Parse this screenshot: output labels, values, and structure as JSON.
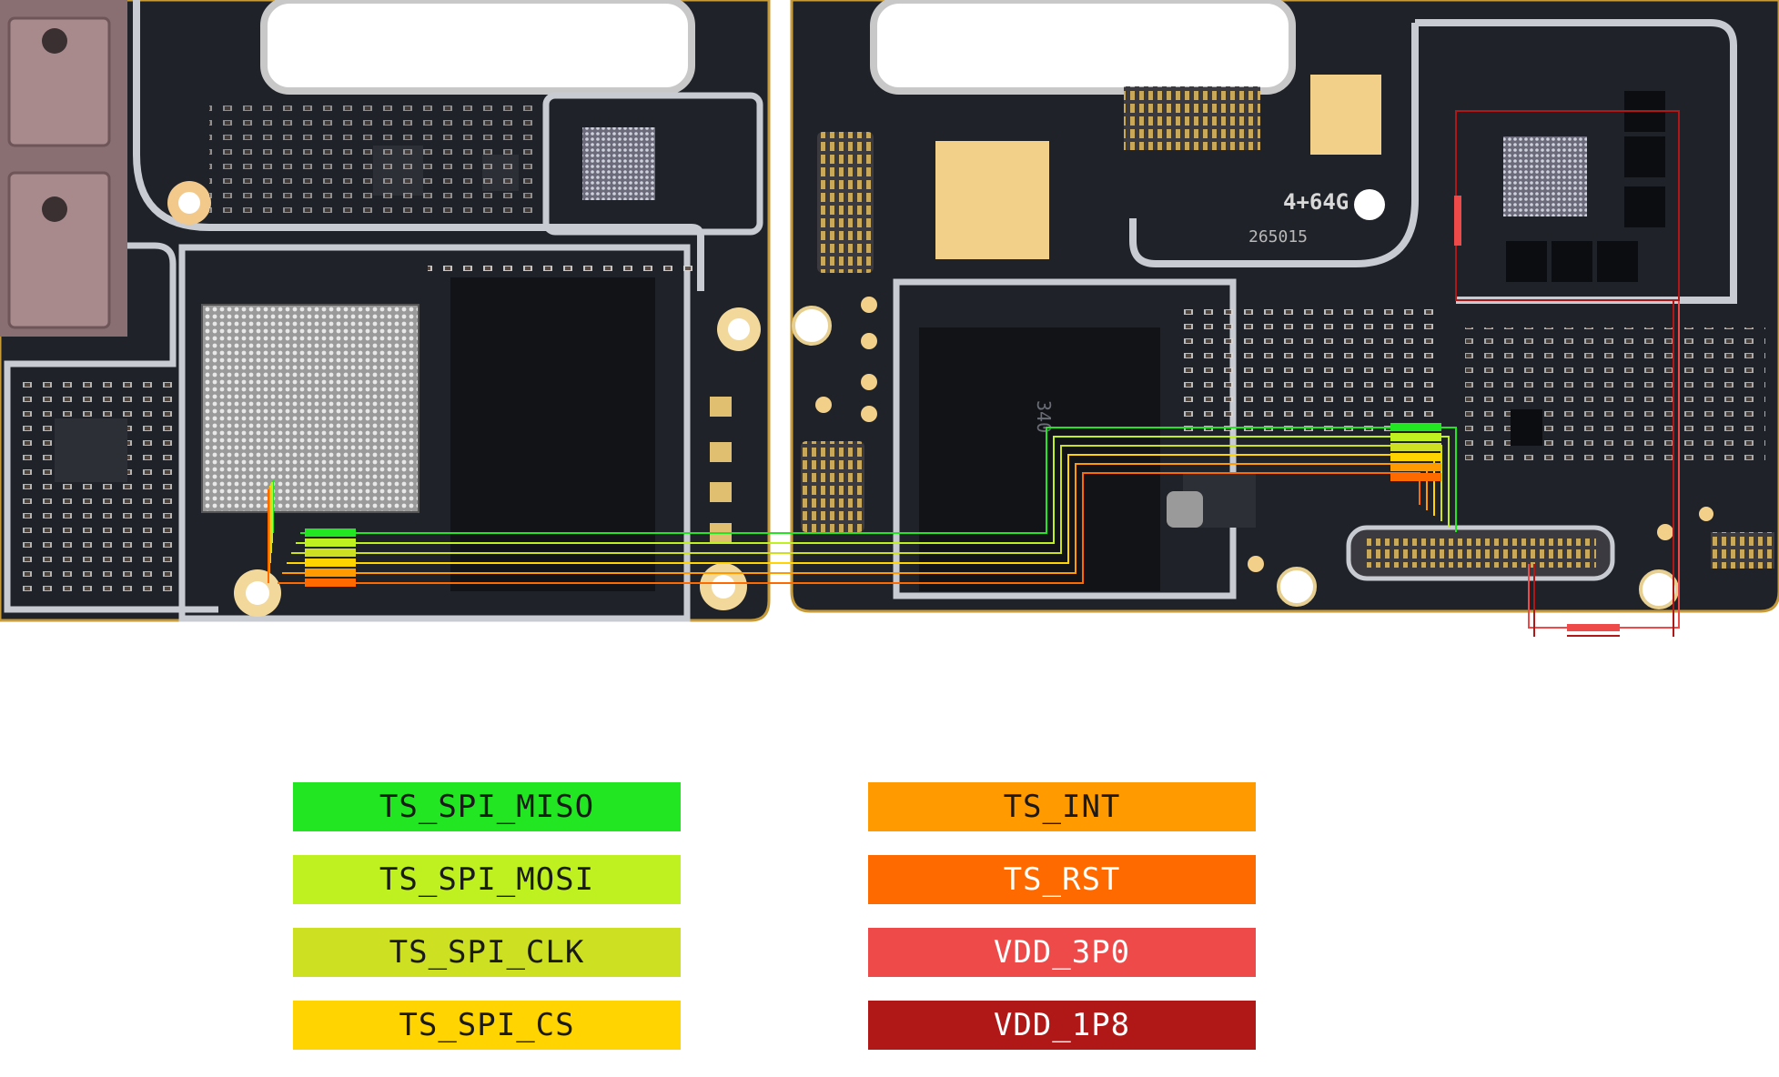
{
  "board": {
    "silkscreen_capacity": "4+64G",
    "silkscreen_code": "265015",
    "chip_marking": "340"
  },
  "signals": [
    {
      "id": "miso",
      "label": "TS_SPI_MISO",
      "color": "#22e622",
      "text_color": "#1a1a1a"
    },
    {
      "id": "mosi",
      "label": "TS_SPI_MOSI",
      "color": "#bff020",
      "text_color": "#1a1a1a"
    },
    {
      "id": "clk",
      "label": "TS_SPI_CLK",
      "color": "#cde022",
      "text_color": "#1a1a1a"
    },
    {
      "id": "cs",
      "label": "TS_SPI_CS",
      "color": "#ffd400",
      "text_color": "#1a1a1a"
    },
    {
      "id": "int",
      "label": "TS_INT",
      "color": "#ff9a00",
      "text_color": "#1a1a1a"
    },
    {
      "id": "rst",
      "label": "TS_RST",
      "color": "#ff6a00",
      "text_color": "#ffffff"
    },
    {
      "id": "v3p0",
      "label": "VDD_3P0",
      "color": "#ef4a4a",
      "text_color": "#ffffff"
    },
    {
      "id": "v1p8",
      "label": "VDD_1P8",
      "color": "#b01818",
      "text_color": "#ffffff"
    }
  ]
}
